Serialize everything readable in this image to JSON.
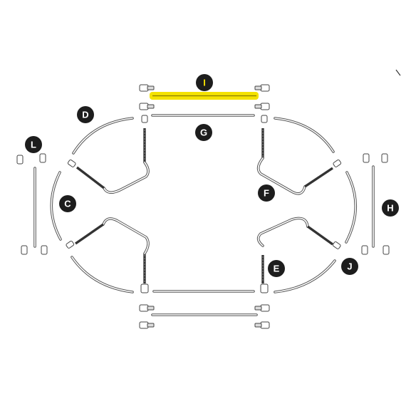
{
  "parts": {
    "C": "C",
    "D": "D",
    "E": "E",
    "F": "F",
    "G": "G",
    "H": "H",
    "I": "I",
    "J": "J",
    "L": "L"
  },
  "highlight": {
    "part": "I",
    "color": "#f4e200"
  },
  "colors": {
    "label_bg": "#1d1d1d",
    "label_text": "#ffffff",
    "line": "#555555"
  }
}
